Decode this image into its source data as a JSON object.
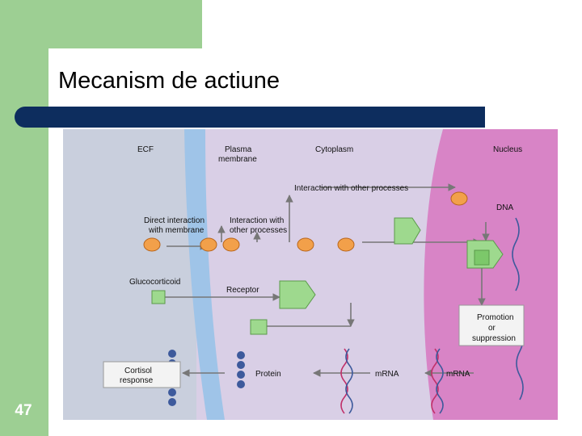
{
  "slide": {
    "title": "Mecanism de actiune",
    "number": "47"
  },
  "colors": {
    "sidebar_green": "#9dcf93",
    "title_bar_navy": "#0d2d5e",
    "ecf": "#c9cfdd",
    "membrane": "#9fc4e8",
    "cytoplasm": "#d9cfe6",
    "nucleus": "#d884c6",
    "glucocorticoid": "#f2a04a",
    "receptor": "#9ed98e"
  },
  "diagram": {
    "labels": {
      "ecf": "ECF",
      "plasma_membrane_line1": "Plasma",
      "plasma_membrane_line2": "membrane",
      "cytoplasm": "Cytoplasm",
      "nucleus": "Nucleus",
      "interaction_other": "Interaction with other processes",
      "dna": "DNA",
      "direct_line1": "Direct interaction",
      "direct_line2": "with membrane",
      "interaction2_line1": "Interaction with",
      "interaction2_line2": "other processes",
      "glucocorticoid": "Glucocorticoid",
      "receptor": "Receptor",
      "promotion_line1": "Promotion",
      "promotion_line2": "or",
      "promotion_line3": "suppression",
      "cortisol_line1": "Cortisol",
      "cortisol_line2": "response",
      "protein": "Protein",
      "mrna_cyto": "mRNA",
      "mrna_nucleus": "mRNA"
    }
  }
}
